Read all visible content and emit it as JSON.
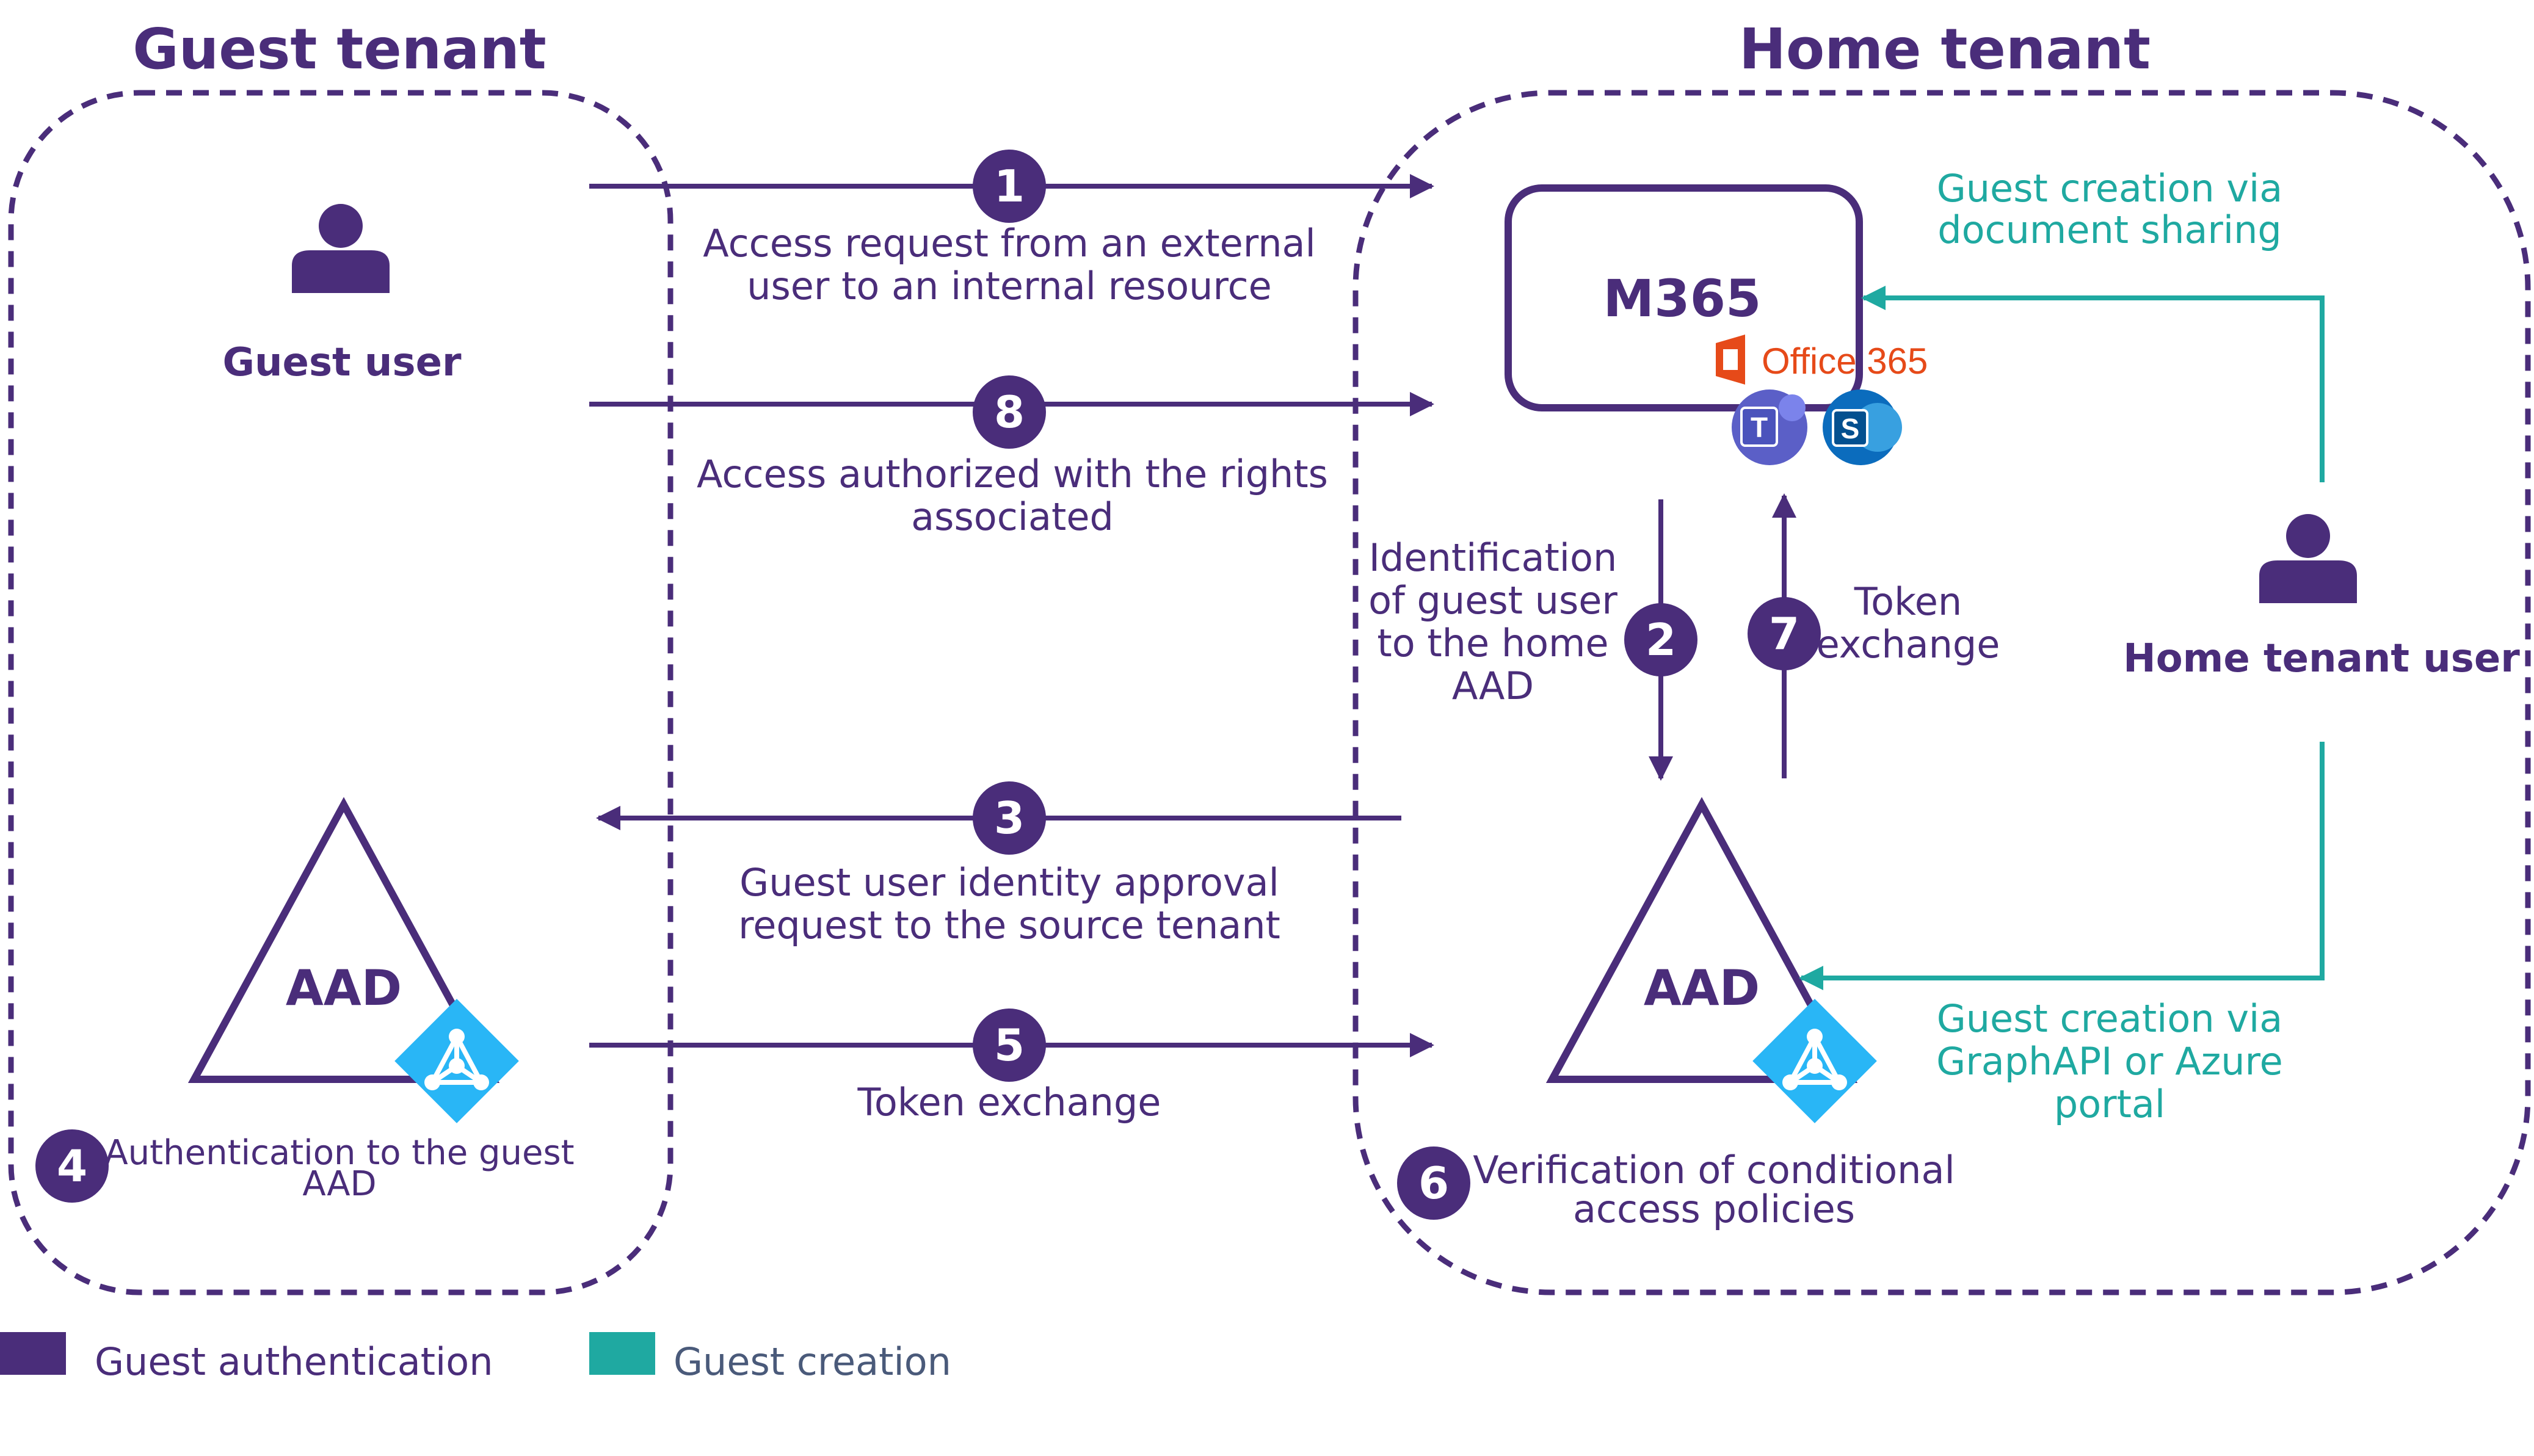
{
  "titles": {
    "guest_tenant": "Guest tenant",
    "home_tenant": "Home tenant"
  },
  "nodes": {
    "guest_user": "Guest user",
    "home_tenant_user": "Home tenant user",
    "m365": "M365",
    "office365": "Office 365",
    "guest_aad": "AAD",
    "home_aad": "AAD"
  },
  "steps": [
    {
      "num": "1",
      "lines": [
        "Access request from an external",
        "user to an internal resource"
      ]
    },
    {
      "num": "2",
      "lines": [
        "Identification",
        "of guest user",
        "to the home",
        "AAD"
      ]
    },
    {
      "num": "3",
      "lines": [
        "Guest user identity approval",
        "request to the source tenant"
      ]
    },
    {
      "num": "4",
      "lines": [
        "Authentication to the guest",
        "AAD"
      ]
    },
    {
      "num": "5",
      "lines": [
        "Token exchange"
      ]
    },
    {
      "num": "6",
      "lines": [
        "Verification of conditional",
        "access policies"
      ]
    },
    {
      "num": "7",
      "lines": [
        "Token",
        "exchange"
      ]
    },
    {
      "num": "8",
      "lines": [
        "Access authorized with the rights",
        "associated"
      ]
    }
  ],
  "guest_creation": {
    "document_sharing": [
      "Guest creation via",
      "document sharing"
    ],
    "graph_api": [
      "Guest creation via",
      "GraphAPI or Azure",
      "portal"
    ]
  },
  "legend": [
    {
      "label": "Guest authentication",
      "color": "#4a2d7a"
    },
    {
      "label": "Guest creation",
      "color": "#1fa9a1"
    }
  ],
  "colors": {
    "purple": "#4a2d7a",
    "teal": "#1fa9a1",
    "office_orange": "#e64a19",
    "teams": "#5b5fc7",
    "sharepoint": "#0b6cbd",
    "aad_icon": "#29b6f6"
  },
  "icons": {
    "guest_user": "person-icon",
    "home_tenant_user": "person-icon",
    "office": "office-logo-icon",
    "teams": "teams-icon",
    "sharepoint": "sharepoint-icon",
    "aad": "azure-ad-icon"
  }
}
